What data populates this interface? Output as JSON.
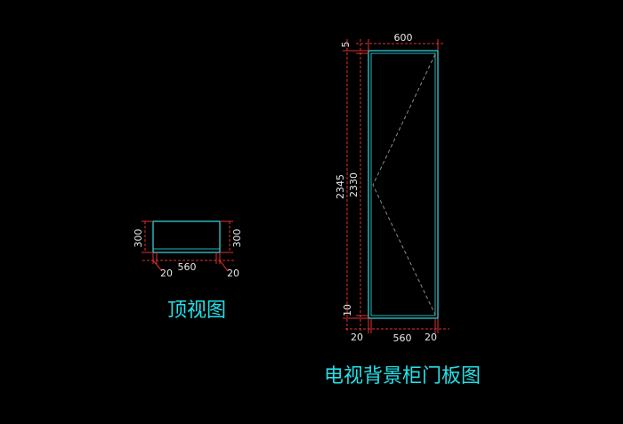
{
  "colors": {
    "background": "#000000",
    "outline": "#2fe0e8",
    "dimension": "#e23030",
    "text": "#e8e8e8",
    "caption": "#22e0e8",
    "dashed": "#8a8a8a"
  },
  "top_view": {
    "caption": "顶视图",
    "dim_left": "300",
    "dim_right": "300",
    "dim_bottom": "560",
    "dim_bottom_left": "20",
    "dim_bottom_right": "20"
  },
  "door_panel": {
    "caption": "电视背景柜门板图",
    "dim_top_width": "600",
    "dim_top_offset": "5",
    "dim_outer_height": "2345",
    "dim_inner_height": "2330",
    "dim_bottom_offset": "10",
    "dim_bottom_width": "560",
    "dim_bottom_left": "20",
    "dim_bottom_right": "20"
  }
}
